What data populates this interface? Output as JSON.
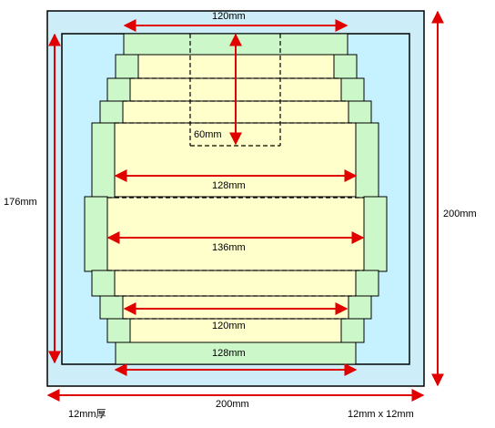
{
  "labels": {
    "top_width": "120mm",
    "inner_height_slot": "60mm",
    "upper_width": "128mm",
    "middle_width": "136mm",
    "lower_width": "120mm",
    "bottom_width": "128mm",
    "left_height": "176mm",
    "right_height": "200mm",
    "base_width": "200mm",
    "thickness_note": "12mm厚",
    "section_note": "12mm x 12mm"
  },
  "colors": {
    "outer_fill": "#cdeef8",
    "inner_fill": "#c6f2ff",
    "strip_fill": "#ccf7c8",
    "body_fill": "#ffffcc",
    "dimension_line": "#e00000",
    "outline": "#000000"
  }
}
